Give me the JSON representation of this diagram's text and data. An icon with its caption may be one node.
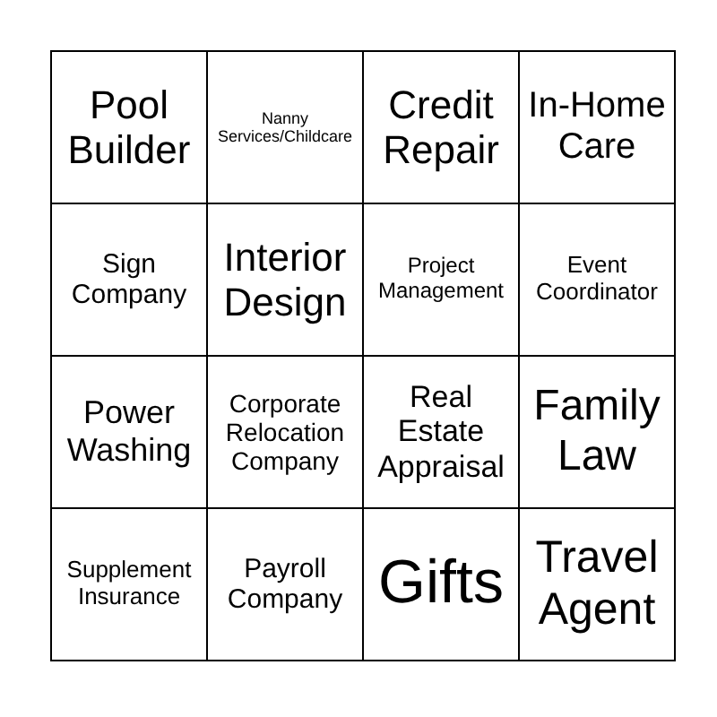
{
  "diagram": {
    "labels": [
      "Pool Builder",
      "Nanny Services/Childcare",
      "Credit Repair",
      "In-Home Care",
      "Sign Company",
      "Interior Design",
      "Project Management",
      "Event Coordinator",
      "Power Washing",
      "Corporate Relocation Company",
      "Real Estate Appraisal",
      "Family Law",
      "Supplement Insurance",
      "Payroll Company",
      "Gifts",
      "Travel Agent"
    ]
  }
}
